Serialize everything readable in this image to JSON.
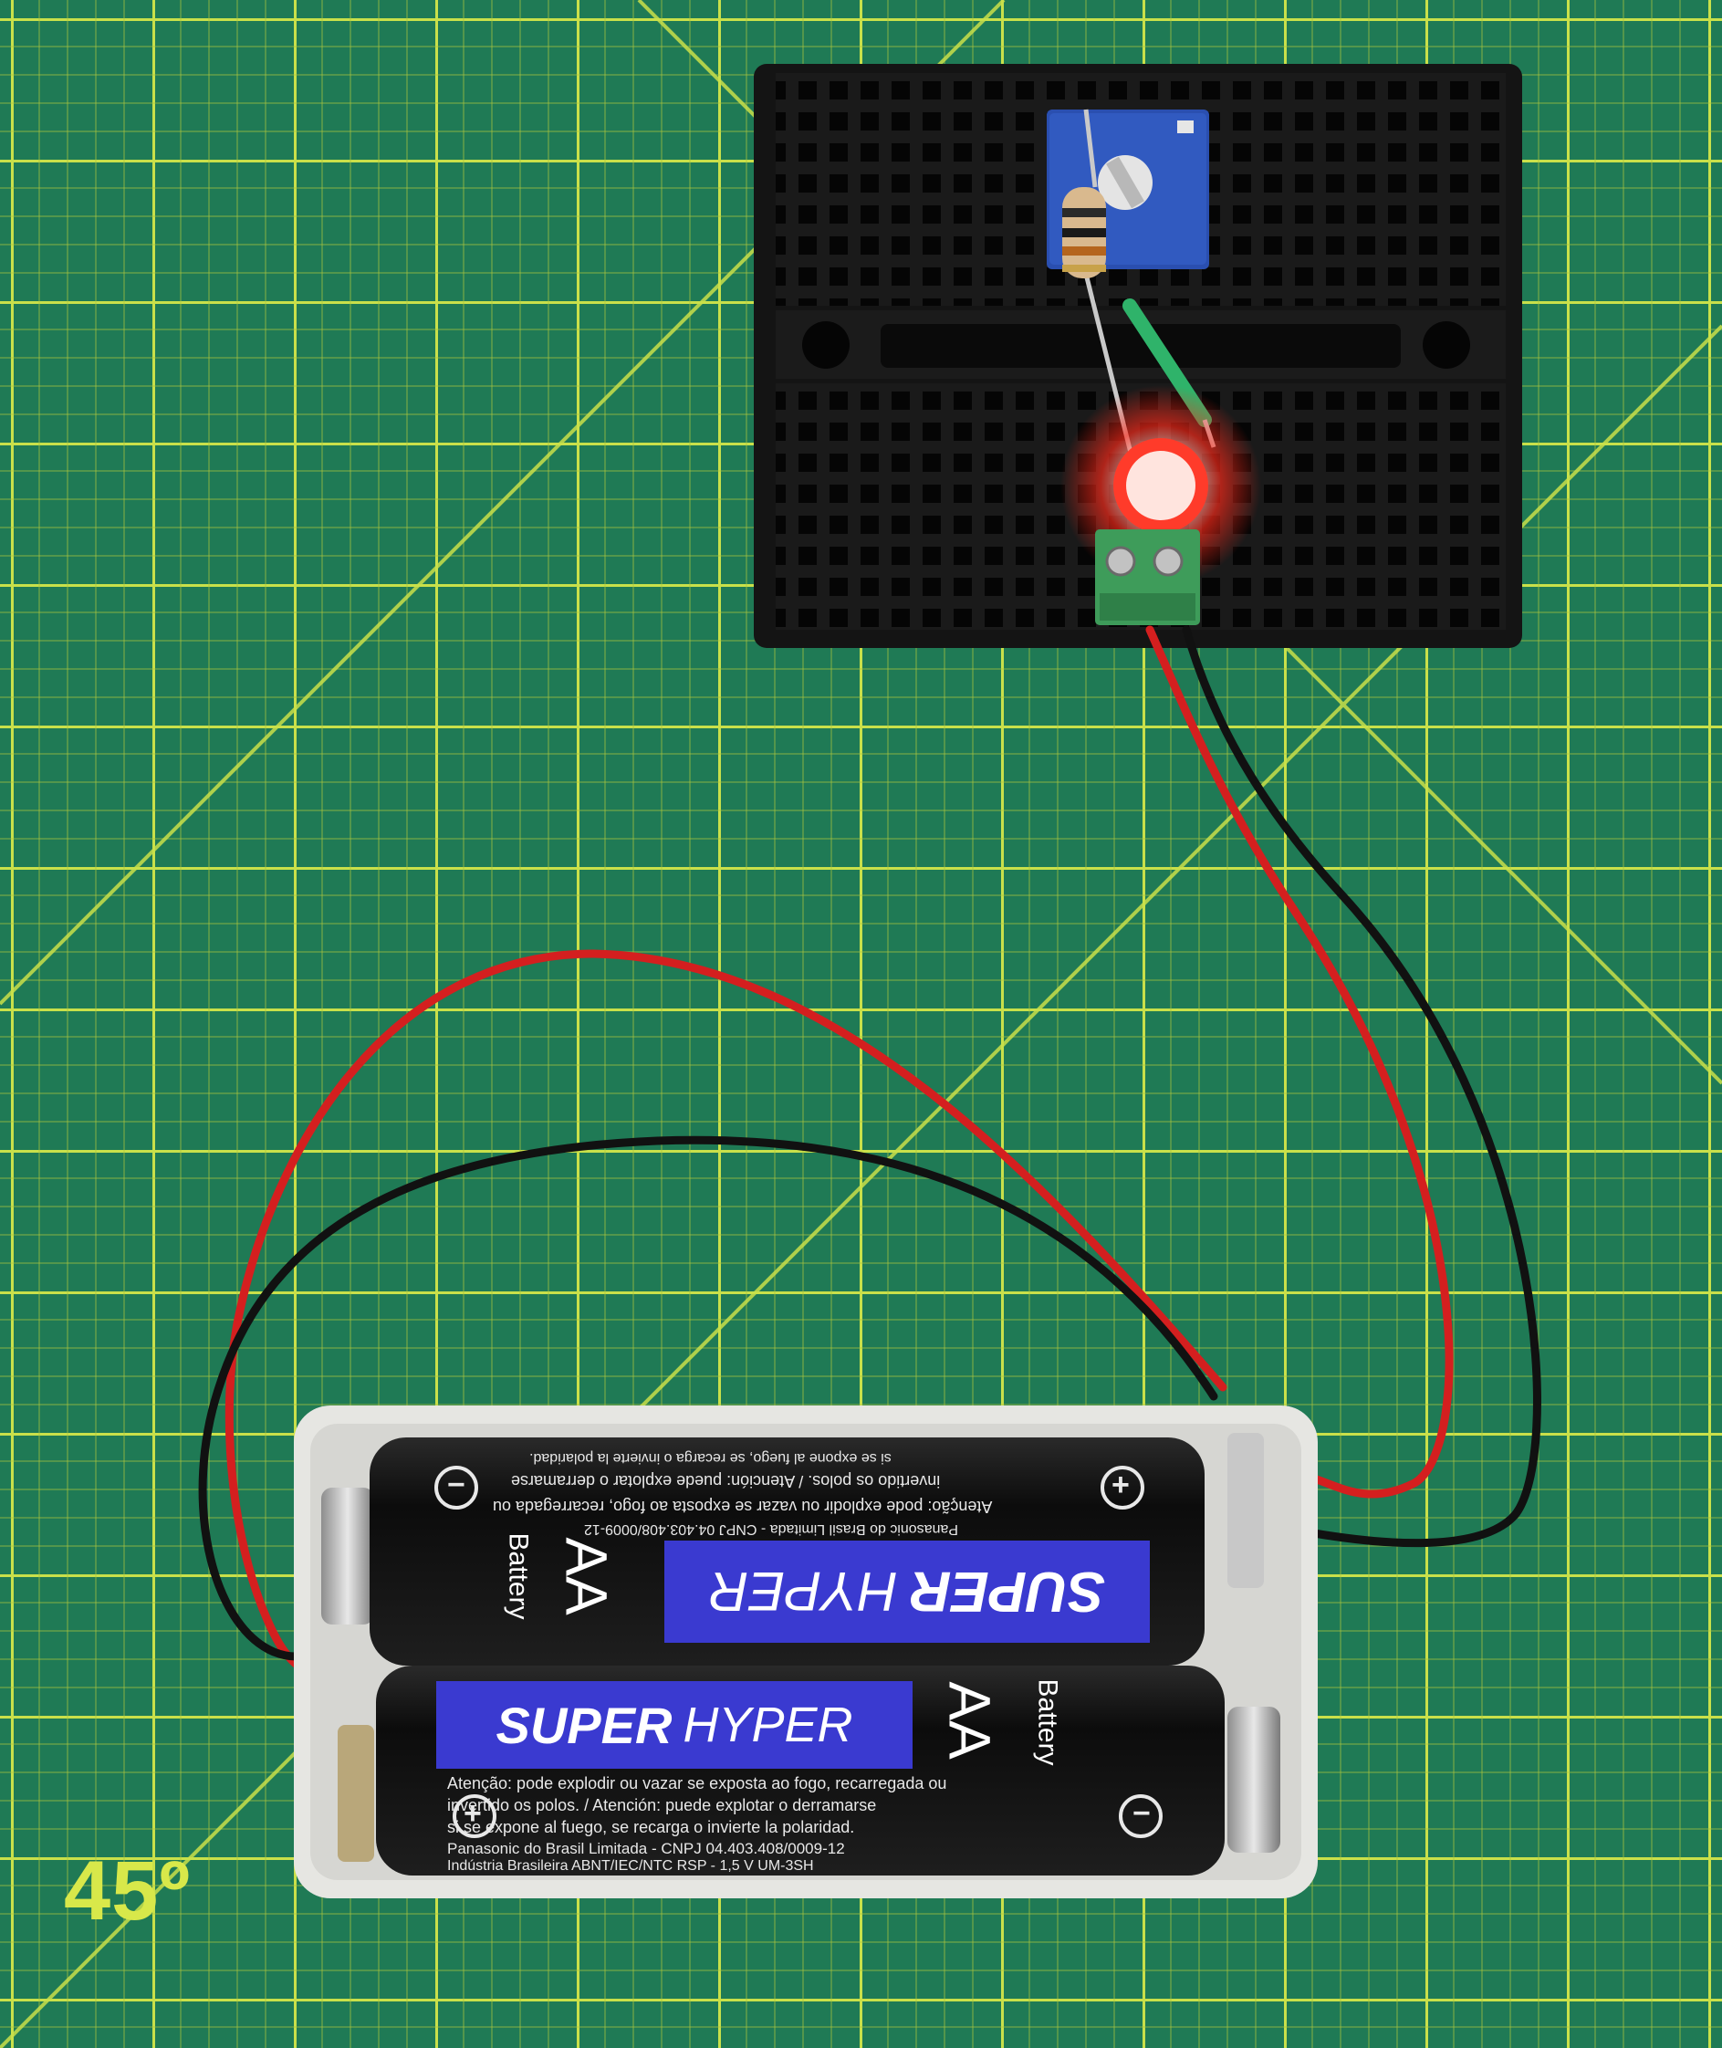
{
  "mat": {
    "angle_marking": "45º"
  },
  "battery_top": {
    "brand_bold": "SUPER",
    "brand_light": "HYPER",
    "size": "AA",
    "type": "Battery",
    "polarity": "−",
    "polarity_plus": "+",
    "warning_1": "Atenção: pode explodir ou vazar se exposta ao fogo, recarregada ou",
    "warning_2": "invertido os polos. / Atención: puede explotar o derramarse",
    "warning_3": "si se expone al fuego, se recarga o invierte la polaridad.",
    "warning_4": "Panasonic do Brasil Limitada - CNPJ 04.403.408/0009-12"
  },
  "battery_bottom": {
    "brand_bold": "SUPER",
    "brand_light": "HYPER",
    "size": "AA",
    "type": "Battery",
    "polarity": "−",
    "polarity_plus": "+",
    "warning_1": "Atenção: pode explodir ou vazar se exposta ao fogo, recarregada ou",
    "warning_2": "invertido os polos. / Atención: puede explotar o derramarse",
    "warning_3": "si se expone al fuego, se recarga o invierte la polaridad.",
    "warning_4": "Panasonic do Brasil Limitada - CNPJ 04.403.408/0009-12",
    "warning_5": "Indústria Brasileira ABNT/IEC/NTC RSP - 1,5 V UM-3SH"
  },
  "colors": {
    "mat": "#1f7a55",
    "grid_line": "#c9e04a",
    "breadboard": "#161616",
    "potentiometer": "#2a4fb0",
    "led_glow": "#ff2a1a",
    "wire_red": "#d41f1f",
    "wire_black": "#111111",
    "battery_holder": "#e6e6e2",
    "battery_label": "#3a3ad0",
    "terminal_block": "#3e9c5a"
  }
}
